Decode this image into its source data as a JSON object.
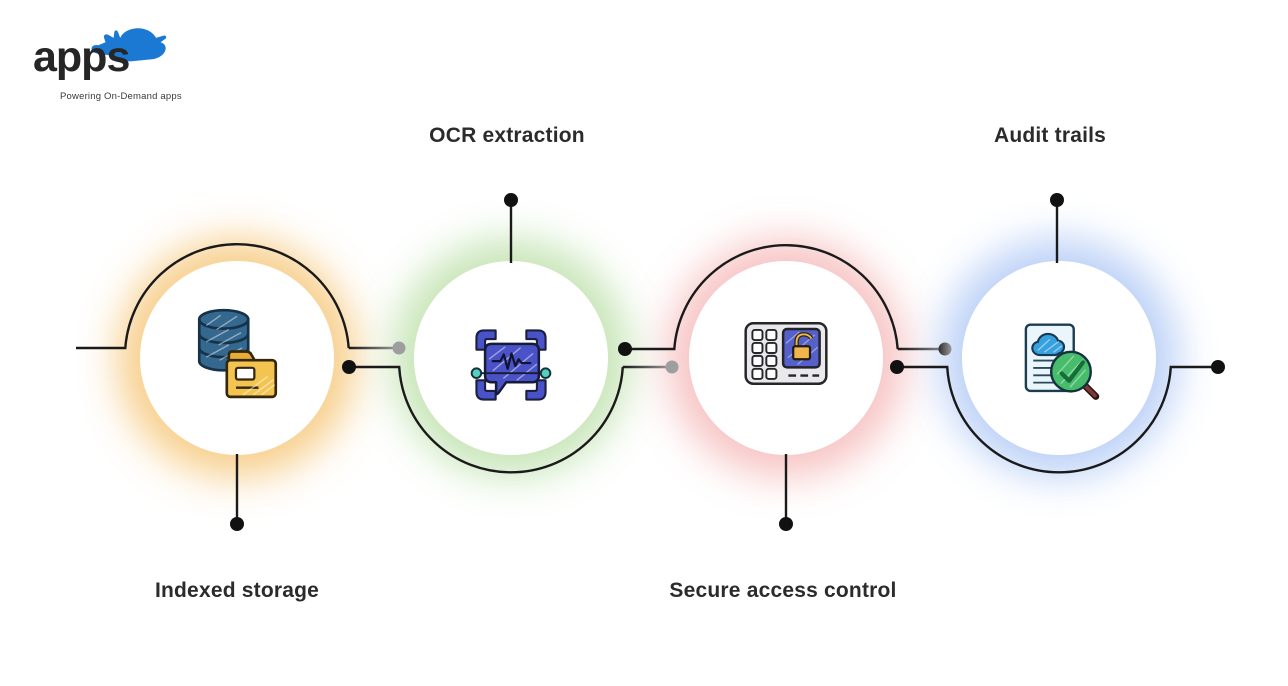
{
  "logo": {
    "brand": "apps",
    "tagline": "Powering On-Demand apps",
    "rhino_color": "#1b79d3",
    "text_color": "#262626"
  },
  "features": [
    {
      "id": "indexed-storage",
      "label": "Indexed storage",
      "label_position": "below",
      "icon": "database-folder-icon",
      "glow_color": "rgba(246,197,118,0.85)"
    },
    {
      "id": "ocr-extraction",
      "label": "OCR extraction",
      "label_position": "above",
      "icon": "ocr-scan-bubble-icon",
      "glow_color": "rgba(189,224,170,0.85)"
    },
    {
      "id": "secure-access-control",
      "label": "Secure access control",
      "label_position": "below",
      "icon": "keypad-lock-icon",
      "glow_color": "rgba(246,184,184,0.85)"
    },
    {
      "id": "audit-trails",
      "label": "Audit trails",
      "label_position": "above",
      "icon": "document-magnifier-icon",
      "glow_color": "rgba(181,204,246,0.9)"
    }
  ],
  "connector": {
    "line_color": "#1a1a1a",
    "end_dot_color": "#9e9e9e"
  }
}
